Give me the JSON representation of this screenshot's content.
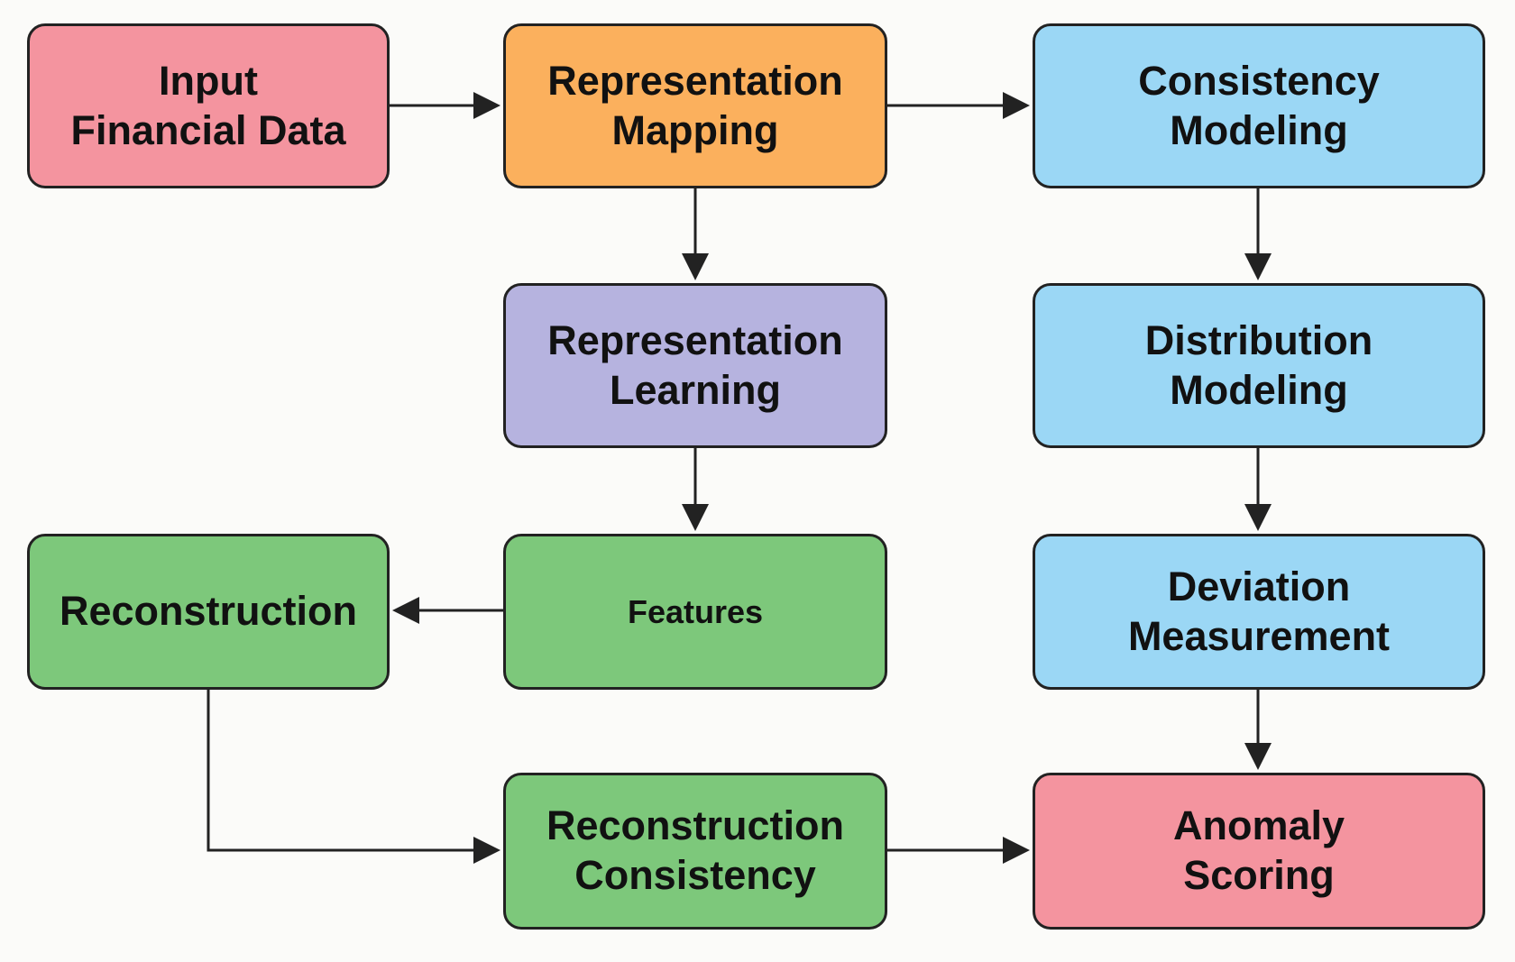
{
  "colors": {
    "pink": "#f4949f",
    "orange": "#fbb05d",
    "blue": "#9bd7f5",
    "purple": "#b6b3df",
    "green": "#7dc87b",
    "border": "#222222",
    "arrow": "#222222"
  },
  "nodes": {
    "input": {
      "label": "Input\nFinancial Data",
      "color": "pink"
    },
    "representation_mapping": {
      "label": "Representation\nMapping",
      "color": "orange"
    },
    "consistency_modeling": {
      "label": "Consistency\nModeling",
      "color": "blue"
    },
    "representation_learning": {
      "label": "Representation\nLearning",
      "color": "purple"
    },
    "distribution_modeling": {
      "label": "Distribution\nModeling",
      "color": "blue"
    },
    "reconstruction": {
      "label": "Reconstruction",
      "color": "green"
    },
    "features": {
      "label": "Features",
      "color": "green"
    },
    "deviation_measurement": {
      "label": "Deviation\nMeasurement",
      "color": "blue"
    },
    "reconstruction_consistency": {
      "label": "Reconstruction\nConsistency",
      "color": "green"
    },
    "anomaly_scoring": {
      "label": "Anomaly\nScoring",
      "color": "pink"
    }
  },
  "edges": [
    {
      "from": "input",
      "to": "representation_mapping"
    },
    {
      "from": "representation_mapping",
      "to": "consistency_modeling"
    },
    {
      "from": "representation_mapping",
      "to": "representation_learning"
    },
    {
      "from": "representation_learning",
      "to": "features"
    },
    {
      "from": "features",
      "to": "reconstruction"
    },
    {
      "from": "reconstruction",
      "to": "reconstruction_consistency"
    },
    {
      "from": "reconstruction_consistency",
      "to": "anomaly_scoring"
    },
    {
      "from": "consistency_modeling",
      "to": "distribution_modeling"
    },
    {
      "from": "distribution_modeling",
      "to": "deviation_measurement"
    },
    {
      "from": "deviation_measurement",
      "to": "anomaly_scoring"
    }
  ]
}
